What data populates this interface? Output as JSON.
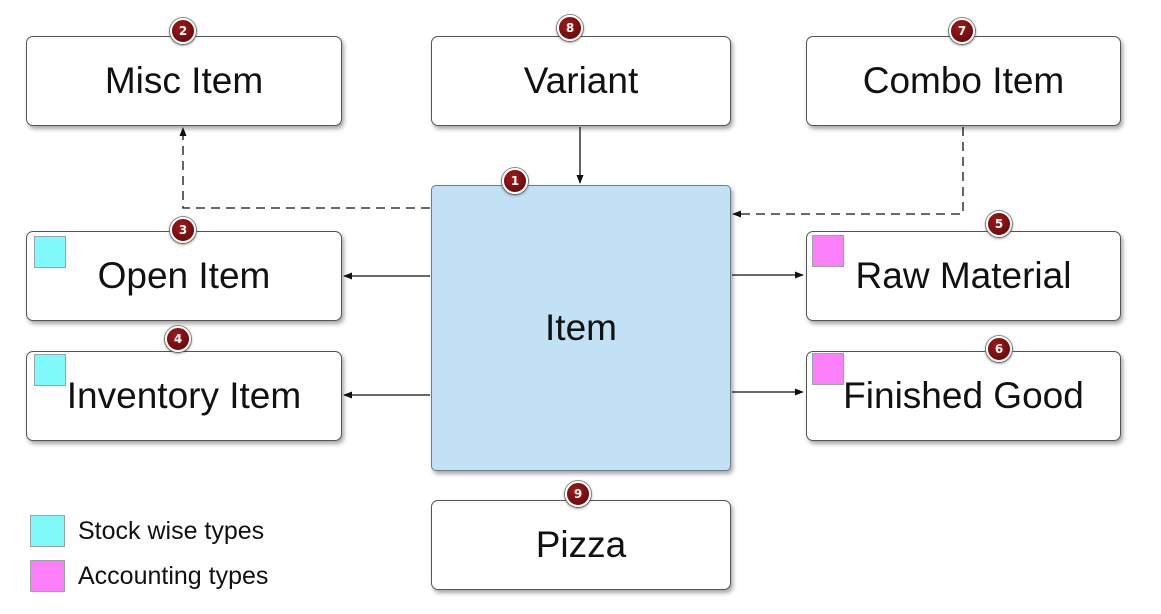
{
  "colors": {
    "stock": "#7ff9f9",
    "accounting": "#fc80fc",
    "item_fill": "#c2e1f5",
    "badge": "#7a0f0f"
  },
  "nodes": {
    "misc_item": {
      "label": "Misc Item",
      "badge": "2"
    },
    "variant": {
      "label": "Variant",
      "badge": "8"
    },
    "combo_item": {
      "label": "Combo Item",
      "badge": "7"
    },
    "item": {
      "label": "Item",
      "badge": "1"
    },
    "open_item": {
      "label": "Open Item",
      "badge": "3",
      "type": "stock"
    },
    "inventory_item": {
      "label": "Inventory Item",
      "badge": "4",
      "type": "stock"
    },
    "raw_material": {
      "label": "Raw Material",
      "badge": "5",
      "type": "accounting"
    },
    "finished_good": {
      "label": "Finished Good",
      "badge": "6",
      "type": "accounting"
    },
    "pizza": {
      "label": "Pizza",
      "badge": "9"
    }
  },
  "legend": [
    {
      "label": "Stock wise types",
      "color_key": "stock"
    },
    {
      "label": "Accounting types",
      "color_key": "accounting"
    }
  ]
}
